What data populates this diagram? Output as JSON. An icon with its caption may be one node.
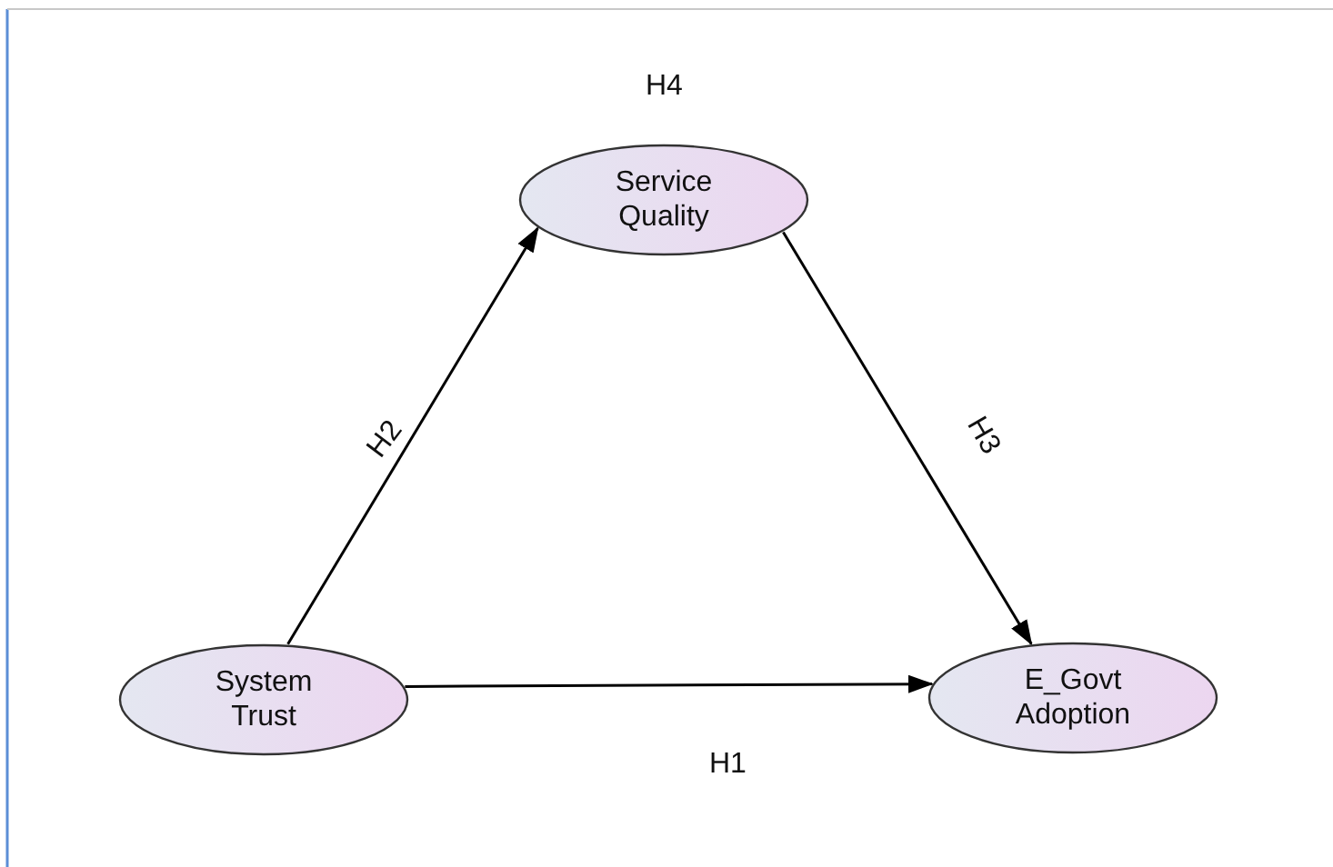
{
  "diagram": {
    "nodes": [
      {
        "text": [
          "Service Quality"
        ],
        "beside": [
          "H4"
        ]
      },
      {
        "text": [
          "System Trust"
        ]
      },
      {
        "text": [
          "E_Govt Adoption"
        ]
      }
    ],
    "edges": [
      {
        "from": 1,
        "to": 0,
        "arrow": "to",
        "label": "H2"
      },
      {
        "from": 0,
        "to": 2,
        "arrow": "to",
        "label": "H3"
      },
      {
        "from": 1,
        "to": 2,
        "arrow": "to",
        "label": "H1"
      }
    ]
  }
}
